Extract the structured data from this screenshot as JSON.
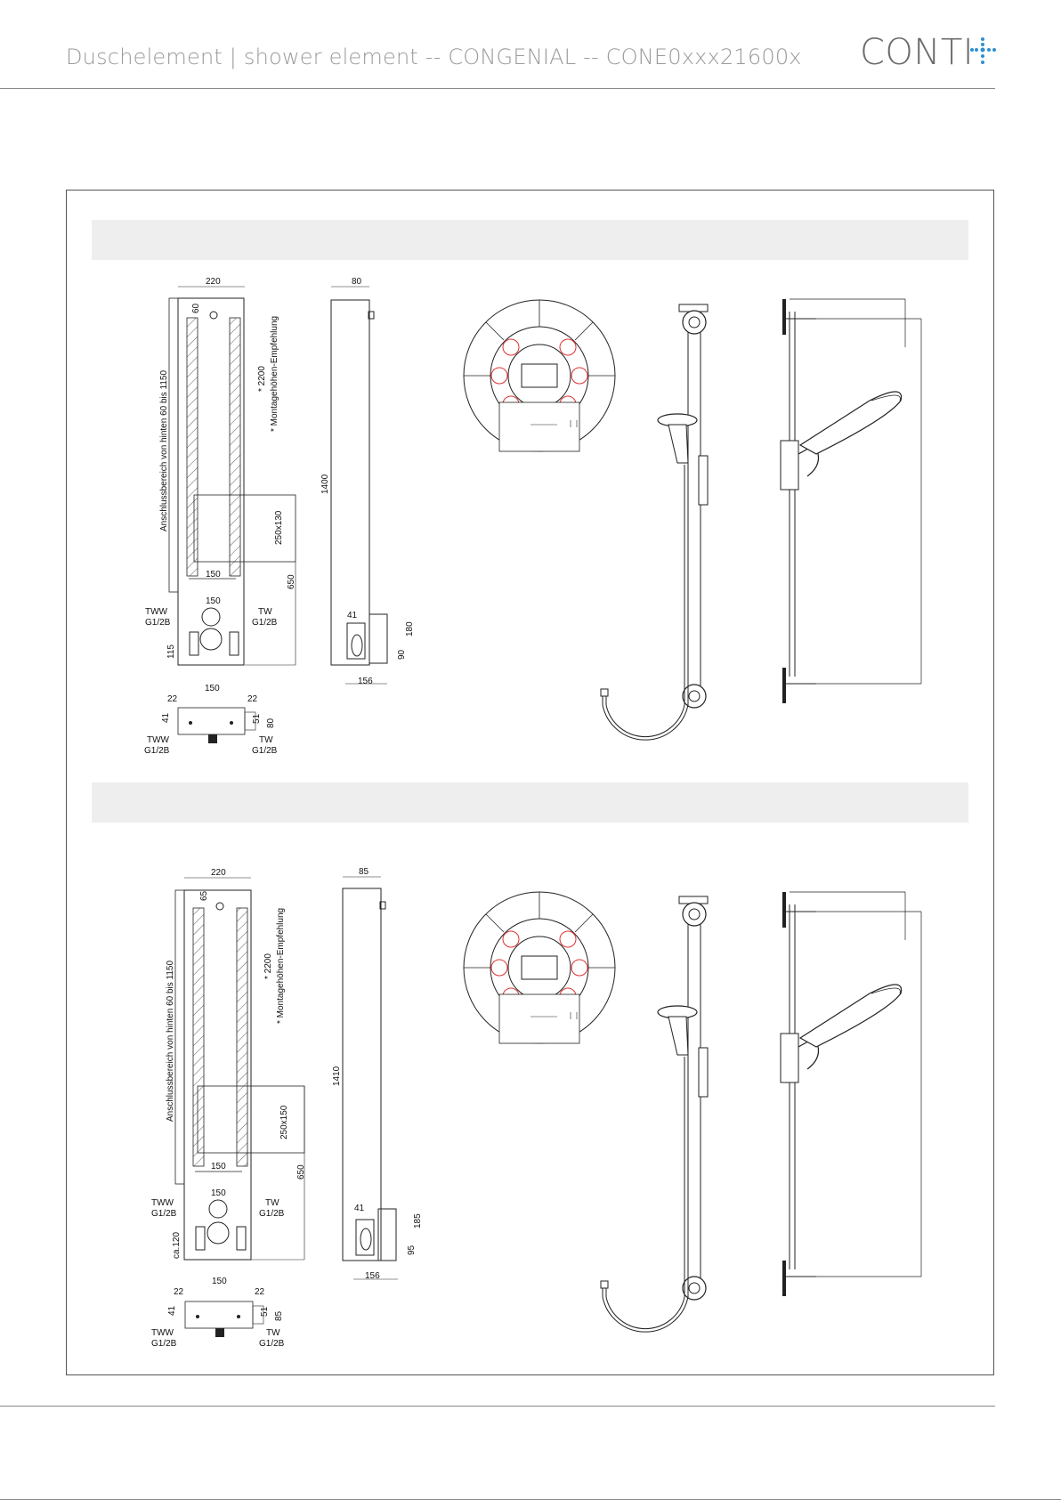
{
  "header": {
    "title": "Duschelement | shower element -- CONGENIAL -- CONE0xxx21600x",
    "logo_text": "CONTI",
    "logo_accent_color": "#2f8fd0"
  },
  "variant_1": {
    "front": {
      "width_top": "220",
      "dim_60": "60",
      "vertical_label": "Anschlussbereich von hinten  60 bis 1150",
      "height_note": "* 2200",
      "height_note_label": "* Montagehöhen-Empfehlung",
      "box": "250x130",
      "dim_150_a": "150",
      "dim_150_b": "150",
      "dim_650": "650",
      "tww": "TWW",
      "tww_thread": "G1/2B",
      "tw": "TW",
      "tw_thread": "G1/2B",
      "dim_115": "115"
    },
    "bottom": {
      "dim_150": "150",
      "dim_22_l": "22",
      "dim_22_r": "22",
      "dim_41": "41",
      "dim_51": "51",
      "dim_80": "80",
      "tww": "TWW",
      "tww_thread": "G1/2B",
      "tw": "TW",
      "tw_thread": "G1/2B"
    },
    "side": {
      "depth": "80",
      "height": "1400",
      "dim_41": "41",
      "dim_180": "180",
      "dim_90": "90",
      "dim_156": "156"
    }
  },
  "variant_2": {
    "front": {
      "width_top": "220",
      "dim_65": "65",
      "vertical_label": "Anschlussbereich von hinten  60 bis 1150",
      "height_note": "* 2200",
      "height_note_label": "* Montagehöhen-Empfehlung",
      "box": "250x150",
      "dim_150_a": "150",
      "dim_150_b": "150",
      "dim_650": "650",
      "tww": "TWW",
      "tww_thread": "G1/2B",
      "tw": "TW",
      "tw_thread": "G1/2B",
      "dim_120": "ca.120"
    },
    "bottom": {
      "dim_150": "150",
      "dim_22_l": "22",
      "dim_22_r": "22",
      "dim_41": "41",
      "dim_51": "51",
      "dim_85": "85",
      "tww": "TWW",
      "tww_thread": "G1/2B",
      "tw": "TW",
      "tw_thread": "G1/2B"
    },
    "side": {
      "depth": "85",
      "height": "1410",
      "dim_41": "41",
      "dim_185": "185",
      "dim_95": "95",
      "dim_156": "156"
    }
  },
  "colors": {
    "line": "#222222",
    "marker_red": "#e03030",
    "band": "#eeeeee"
  }
}
